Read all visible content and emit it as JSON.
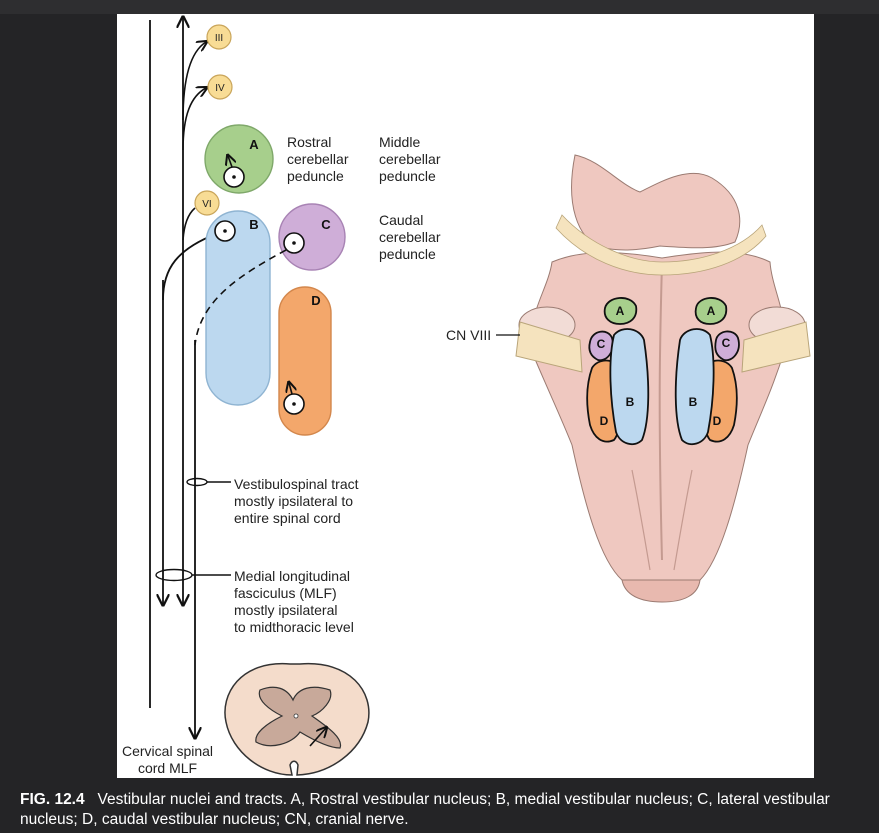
{
  "nerves": [
    "III",
    "IV",
    "VI"
  ],
  "nuclei": {
    "a": "A",
    "b": "B",
    "c": "C",
    "d": "D"
  },
  "labels": {
    "rostral_peduncle": "Rostral\ncerebellar\npeduncle",
    "middle_peduncle": "Middle\ncerebellar\npeduncle",
    "caudal_peduncle": "Caudal\ncerebellar\npeduncle",
    "vestibulospinal": "Vestibulospinal tract\nmostly ipsilateral to\nentire spinal cord",
    "mlf": "Medial longitudinal\nfasciculus (MLF)\nmostly ipsilateral\nto midthoracic level",
    "cervical": "Cervical spinal\ncord MLF",
    "cn8": "CN VIII"
  },
  "caption": {
    "fig_label": "FIG. 12.4",
    "text": "Vestibular nuclei and tracts. A, Rostral vestibular nucleus; B, medial vestibular nucleus; C, lateral vestibular nucleus; D, caudal vestibular nucleus; CN, cranial nerve."
  },
  "colors": {
    "nucleus_a": "#a7cf8c",
    "nucleus_b": "#bcd8ef",
    "nucleus_c": "#cfaed8",
    "nucleus_d": "#f3a76b",
    "nerve_circle": "#f8dc95",
    "brainstem": "#efc8c0",
    "spinal_cord": "#f4dccb",
    "gray_matter": "#c8a99a"
  }
}
